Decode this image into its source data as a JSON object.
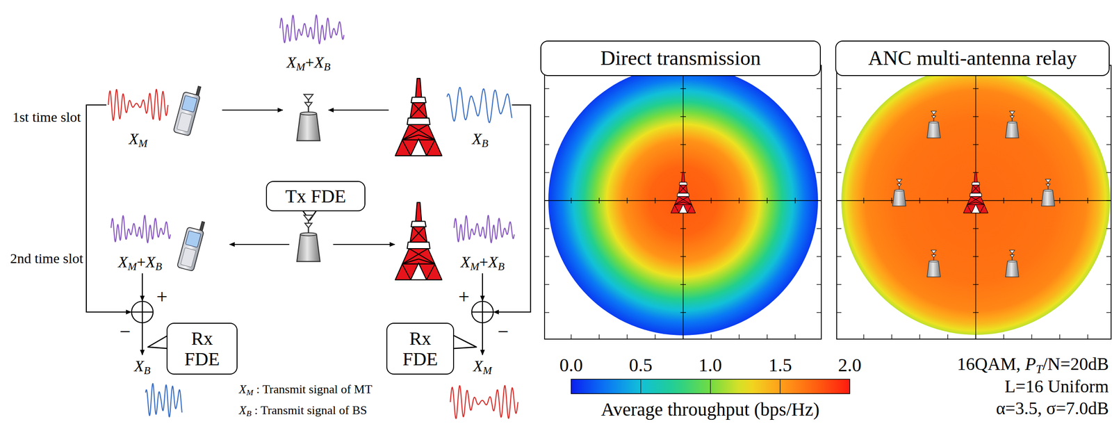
{
  "diagram": {
    "nodes": [
      {
        "text": [
          "Direct transmission"
        ]
      },
      {
        "text": [
          "ANC multi-antenna relay"
        ]
      },
      {
        "text": [
          "Tx FDE"
        ]
      },
      {
        "text": [
          "Rx FDE"
        ]
      },
      {
        "text": [
          "Rx FDE"
        ]
      }
    ],
    "labels": [
      "1st time slot",
      "2nd time slot",
      "XM+XB",
      "XM",
      "XB",
      "XM+XB",
      "XM+XB",
      "+",
      "−",
      "XB",
      "+",
      "−",
      "XM",
      "XM : Transmit signal of MT",
      "XB : Transmit signal of BS",
      "0.0",
      "0.5",
      "1.0",
      "1.5",
      "2.0",
      "Average throughput (bps/Hz)",
      "16QAM, PT/N=20dB",
      "L=16 Uniform",
      "α=3.5, σ=7.0dB"
    ]
  }
}
